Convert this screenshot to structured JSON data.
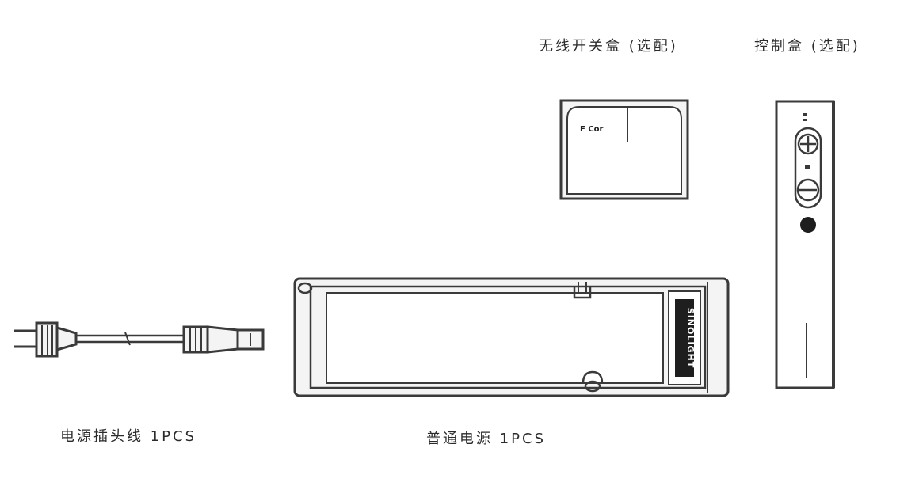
{
  "labels": {
    "wireless_switch_box": "无线开关盒 (选配)",
    "control_box": "控制盒 (选配)",
    "plug_cable": "电源插头线 1PCS",
    "power_supply": "普通电源 1PCS"
  },
  "logo_text": {
    "wireless_box_logo": "F Cor",
    "power_supply_logo": "SINOLIGHT"
  },
  "colors": {
    "stroke": "#3a3a3a",
    "fill_light": "#f4f4f4",
    "fill_dark": "#1e1e1e"
  }
}
